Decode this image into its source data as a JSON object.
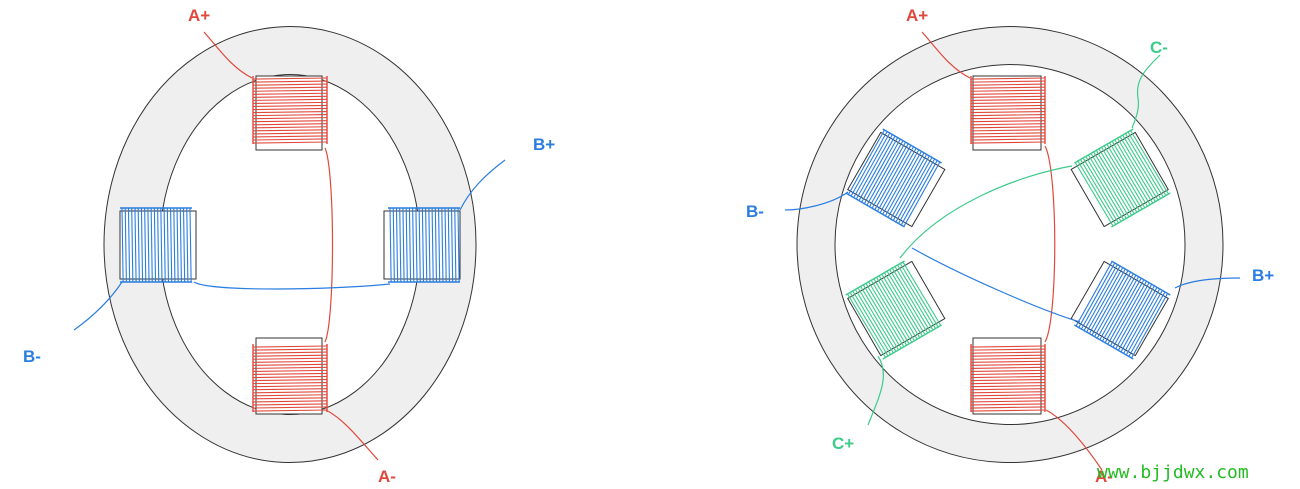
{
  "colors": {
    "phase_a": "#e0483b",
    "phase_b": "#2a7de1",
    "phase_c": "#3ccb8a",
    "stator_fill": "#efefef",
    "outline": "#333333",
    "watermark": "#22bb22"
  },
  "left_diagram": {
    "labels": {
      "a_plus": "A+",
      "a_minus": "A-",
      "b_plus": "B+",
      "b_minus": "B-"
    }
  },
  "right_diagram": {
    "labels": {
      "a_plus": "A+",
      "a_minus": "A-",
      "b_plus": "B+",
      "b_minus": "B-",
      "c_plus": "C+",
      "c_minus": "C-"
    }
  },
  "watermark": "www.bjjdwx.com"
}
